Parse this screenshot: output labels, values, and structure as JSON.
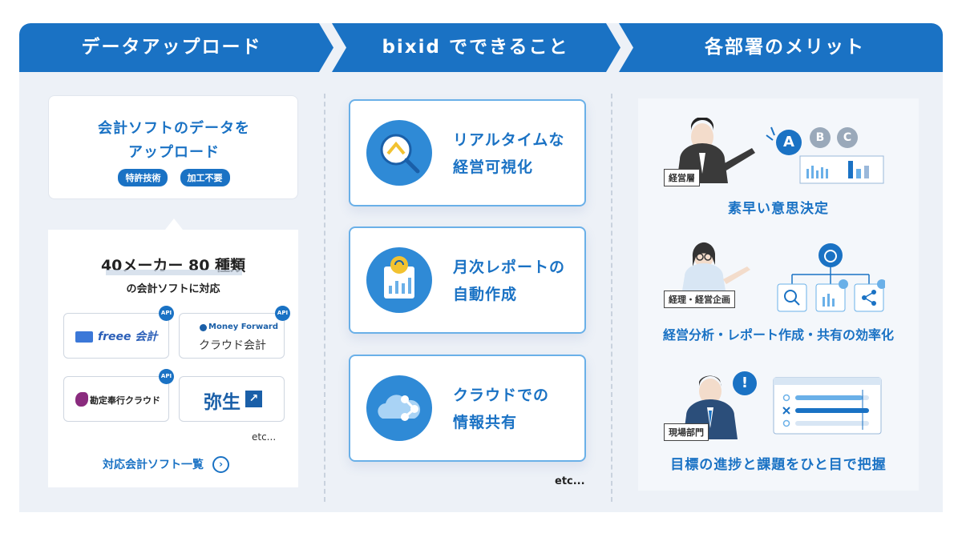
{
  "headers": {
    "col1": "データアップロード",
    "col2": "bixid でできること",
    "col3": "各部署のメリット"
  },
  "upload": {
    "title_line1": "会計ソフトのデータを",
    "title_line2": "アップロード",
    "tags": [
      "特許技術",
      "加工不要"
    ],
    "makers_headline": "40メーカー 80 種類",
    "makers_sub": "の会計ソフトに対応",
    "api_badge": "API",
    "logos": {
      "freee": "freee 会計",
      "mf_brand": "Money Forward",
      "mf_product": "クラウド会計",
      "bugyo": "勘定奉行クラウド",
      "yayoi": "弥生"
    },
    "etc": "etc...",
    "list_link": "対応会計ソフト一覧"
  },
  "features": {
    "items": [
      {
        "line1": "リアルタイムな",
        "line2": "経営可視化"
      },
      {
        "line1": "月次レポートの",
        "line2": "自動作成"
      },
      {
        "line1": "クラウドでの",
        "line2": "情報共有"
      }
    ],
    "etc": "etc..."
  },
  "merits": {
    "role1": "経営層",
    "merit1": "素早い意思決定",
    "abc": [
      "A",
      "B",
      "C"
    ],
    "role2": "経理・経営企画",
    "merit2": "経営分析・レポート作成・共有の効率化",
    "role3": "現場部門",
    "merit3": "目標の進捗と課題をひと目で把握",
    "alert": "!"
  },
  "colors": {
    "brand": "#1a72c4",
    "light": "#6ab0e8",
    "bg": "#edf1f7"
  }
}
